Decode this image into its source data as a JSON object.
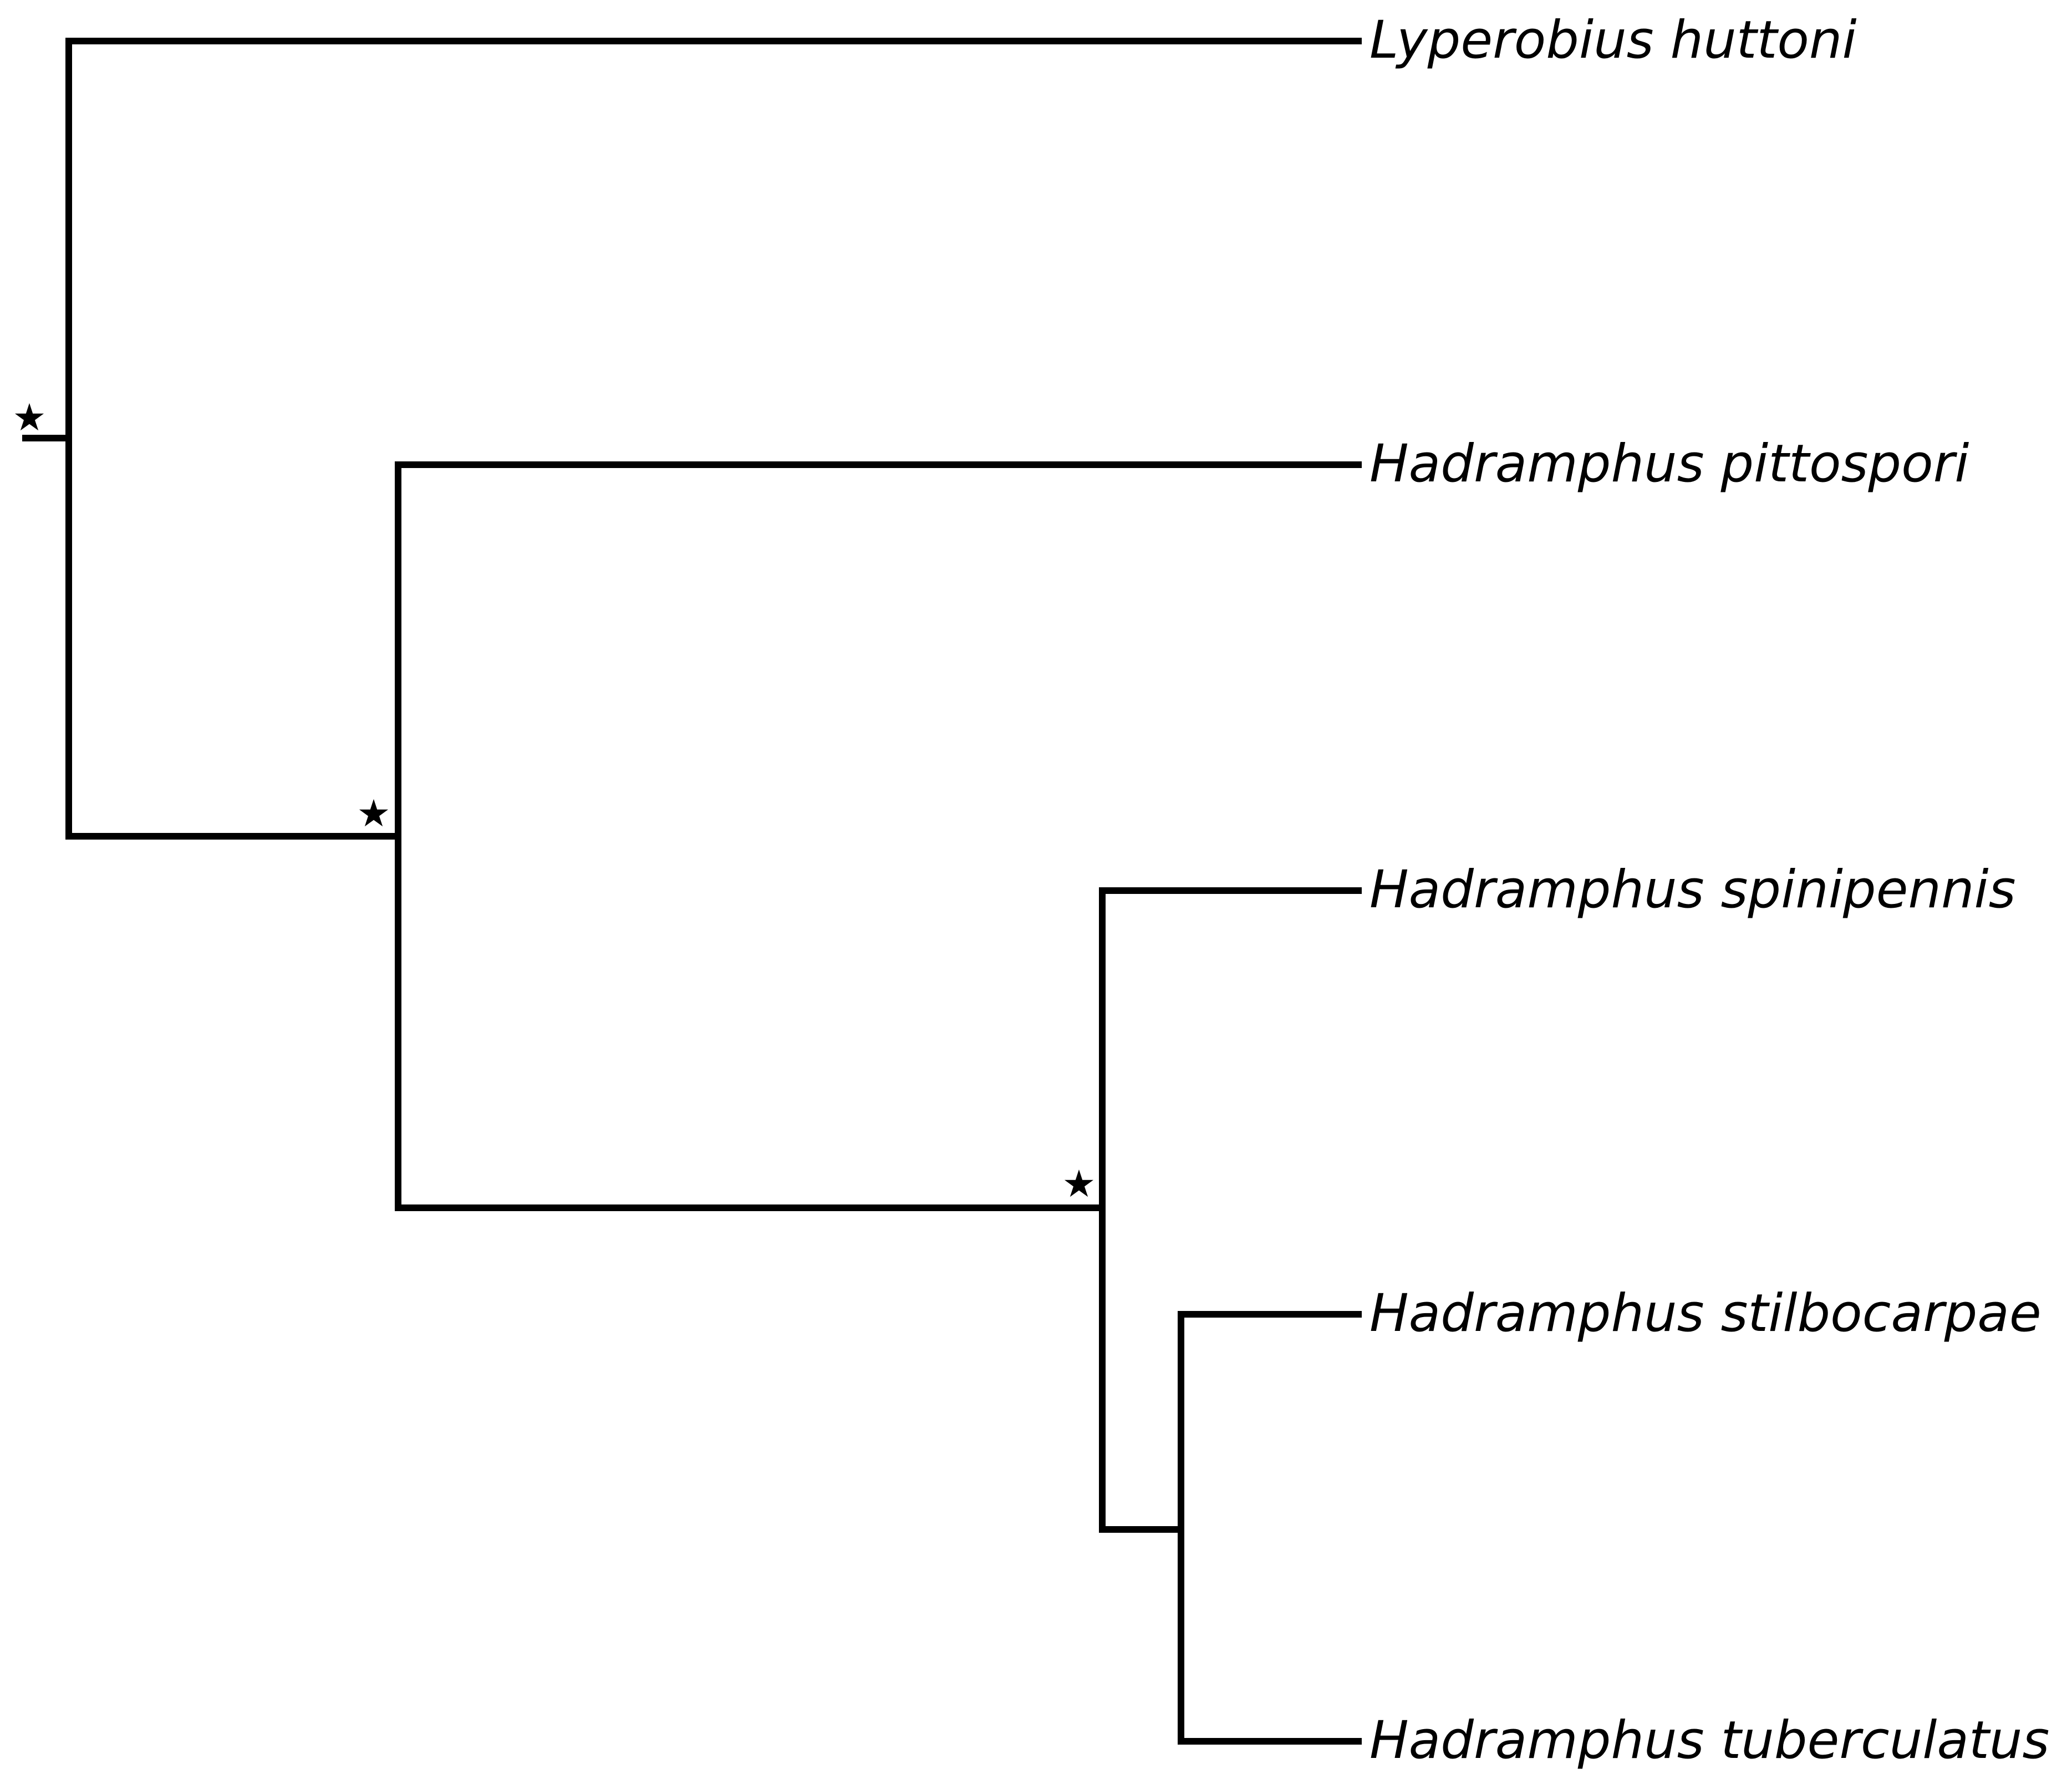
{
  "tree": {
    "taxa": [
      "Lyperobius huttoni",
      "Hadramphus pittospori",
      "Hadramphus spinipennis",
      "Hadramphus stilbocarpae",
      "Hadramphus tuberculatus"
    ],
    "node_marker": "★",
    "starred_nodes": [
      "root",
      "node-pittospori-clade",
      "node-spinipennis-clade"
    ]
  }
}
